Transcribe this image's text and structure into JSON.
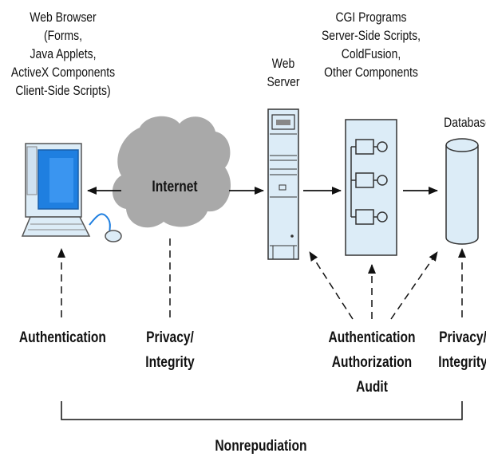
{
  "labels": {
    "browser": [
      "Web Browser",
      "(Forms,",
      "Java Applets,",
      "ActiveX Components",
      "Client-Side Scripts)"
    ],
    "web_server": [
      "Web",
      "Server"
    ],
    "programs": [
      "CGI Programs",
      "Server-Side Scripts,",
      "ColdFusion,",
      "Other Components"
    ],
    "database": "Database",
    "internet": "Internet",
    "authentication": "Authentication",
    "privacy_integrity_left": [
      "Privacy/",
      "Integrity"
    ],
    "auth_group": [
      "Authentication",
      "Authorization",
      "Audit"
    ],
    "privacy_integrity_right": [
      "Privacy/",
      "Integrity"
    ],
    "nonrepudiation": "Nonrepudiation"
  },
  "colors": {
    "monitor_blue": "#1f7fe0",
    "device_fill": "#dcecf7",
    "cloud_fill": "#a9a9a9",
    "line": "#111111"
  }
}
